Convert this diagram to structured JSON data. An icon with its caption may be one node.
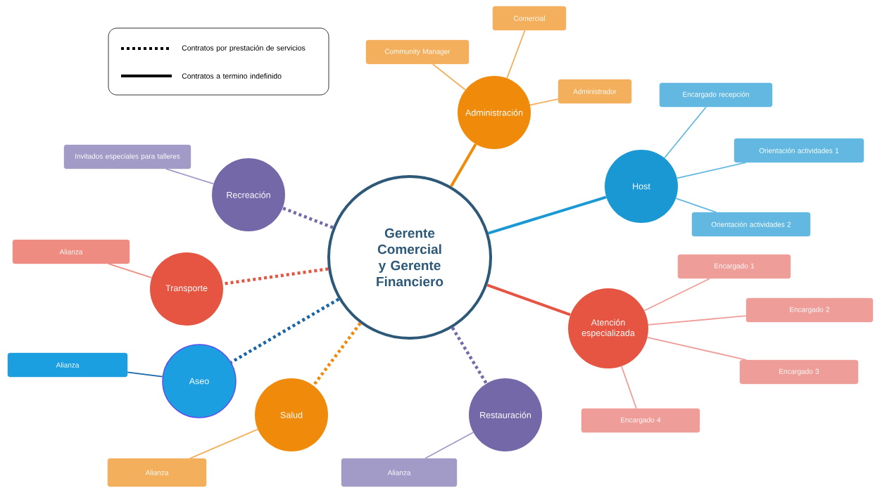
{
  "diagram": {
    "nodes": [
      {
        "text": [
          "Gerente Comercial y Gerente Financiero"
        ]
      },
      {
        "text": [
          "Administración"
        ]
      },
      {
        "text": [
          "Community Manager"
        ]
      },
      {
        "text": [
          "Comercial"
        ]
      },
      {
        "text": [
          "Administrador"
        ]
      },
      {
        "text": [
          "Host"
        ]
      },
      {
        "text": [
          "Encargado recepción"
        ]
      },
      {
        "text": [
          "Orientación actividades 1"
        ]
      },
      {
        "text": [
          "Orientación actividades 2"
        ]
      },
      {
        "text": [
          "Atención especializada"
        ]
      },
      {
        "text": [
          "Encargado 1"
        ]
      },
      {
        "text": [
          "Encargado 2"
        ]
      },
      {
        "text": [
          "Encargado 3"
        ]
      },
      {
        "text": [
          "Encargado 4"
        ]
      },
      {
        "text": [
          "Restauración"
        ]
      },
      {
        "text": [
          "Alianza"
        ]
      },
      {
        "text": [
          "Salud"
        ]
      },
      {
        "text": [
          "Alianza"
        ]
      },
      {
        "text": [
          "Aseo"
        ]
      },
      {
        "text": [
          "Alianza"
        ]
      },
      {
        "text": [
          "Transporte"
        ]
      },
      {
        "text": [
          "Alianza"
        ]
      },
      {
        "text": [
          "Recreación"
        ]
      },
      {
        "text": [
          "Invitados especiales para talleres"
        ]
      }
    ],
    "edges": [
      {
        "from": 0,
        "to": 1,
        "arrow": "none",
        "style": "thick",
        "color": "#ef8a0b"
      },
      {
        "from": 1,
        "to": 2,
        "arrow": "none",
        "color": "#f4af5c"
      },
      {
        "from": 1,
        "to": 3,
        "arrow": "none",
        "color": "#f4af5c"
      },
      {
        "from": 1,
        "to": 4,
        "arrow": "none",
        "color": "#f4af5c"
      },
      {
        "from": 0,
        "to": 5,
        "arrow": "none",
        "style": "thick",
        "color": "#1a98d4"
      },
      {
        "from": 5,
        "to": 6,
        "arrow": "none",
        "color": "#62b8e0"
      },
      {
        "from": 5,
        "to": 7,
        "arrow": "none",
        "color": "#62b8e0"
      },
      {
        "from": 5,
        "to": 8,
        "arrow": "none",
        "color": "#62b8e0"
      },
      {
        "from": 0,
        "to": 9,
        "arrow": "none",
        "style": "thick",
        "color": "#e55542"
      },
      {
        "from": 9,
        "to": 10,
        "arrow": "none",
        "color": "#ef9d98"
      },
      {
        "from": 9,
        "to": 11,
        "arrow": "none",
        "color": "#ef9d98"
      },
      {
        "from": 9,
        "to": 12,
        "arrow": "none",
        "color": "#ef9d98"
      },
      {
        "from": 9,
        "to": 13,
        "arrow": "none",
        "color": "#ef9d98"
      },
      {
        "from": 0,
        "to": 14,
        "arrow": "none",
        "style": "dashed",
        "color": "#7468a8"
      },
      {
        "from": 14,
        "to": 15,
        "arrow": "none",
        "color": "#a29bc7"
      },
      {
        "from": 0,
        "to": 16,
        "arrow": "none",
        "style": "dashed",
        "color": "#ef8a0b"
      },
      {
        "from": 16,
        "to": 17,
        "arrow": "none",
        "color": "#f4af5c"
      },
      {
        "from": 0,
        "to": 18,
        "arrow": "none",
        "style": "dashed",
        "color": "#1565a8"
      },
      {
        "from": 18,
        "to": 19,
        "arrow": "none",
        "color": "#1565a8"
      },
      {
        "from": 0,
        "to": 20,
        "arrow": "none",
        "style": "dashed",
        "color": "#e55542"
      },
      {
        "from": 20,
        "to": 21,
        "arrow": "none",
        "color": "#ef8c82"
      },
      {
        "from": 0,
        "to": 22,
        "arrow": "none",
        "style": "dashed",
        "color": "#7468a8"
      },
      {
        "from": 22,
        "to": 23,
        "arrow": "none",
        "color": "#a29bc7"
      }
    ],
    "legend": [
      {
        "text": "Contratos por prestación de servicios"
      },
      {
        "text": "Contratos a termino indefinido"
      }
    ]
  }
}
